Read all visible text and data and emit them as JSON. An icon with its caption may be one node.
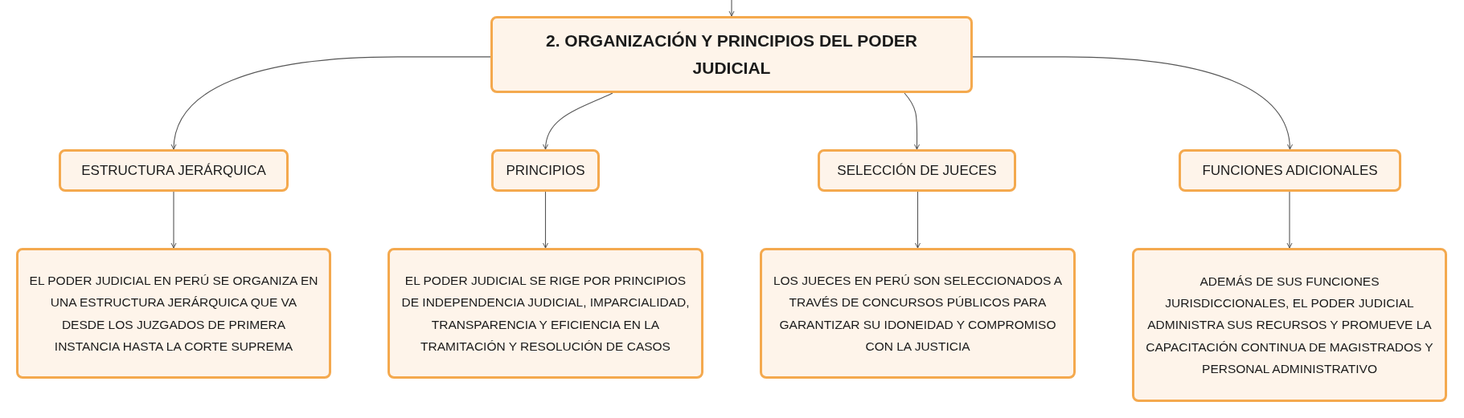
{
  "diagram": {
    "nodes": [
      {
        "text": [
          "2. ORGANIZACIÓN Y PRINCIPIOS DEL PODER JUDICIAL"
        ]
      },
      {
        "text": [
          "ESTRUCTURA JERÁRQUICA"
        ]
      },
      {
        "text": [
          "PRINCIPIOS"
        ]
      },
      {
        "text": [
          "SELECCIÓN DE JUECES"
        ]
      },
      {
        "text": [
          "FUNCIONES ADICIONALES"
        ]
      },
      {
        "text": [
          "EL PODER JUDICIAL EN PERÚ SE ORGANIZA EN UNA ESTRUCTURA JERÁRQUICA QUE VA DESDE LOS JUZGADOS DE PRIMERA INSTANCIA HASTA LA CORTE SUPREMA"
        ]
      },
      {
        "text": [
          "EL PODER JUDICIAL SE RIGE POR PRINCIPIOS DE INDEPENDENCIA JUDICIAL, IMPARCIALIDAD, TRANSPARENCIA Y EFICIENCIA EN LA TRAMITACIÓN Y RESOLUCIÓN DE CASOS"
        ]
      },
      {
        "text": [
          "LOS JUECES EN PERÚ SON SELECCIONADOS A TRAVÉS DE CONCURSOS PÚBLICOS PARA GARANTIZAR SU IDONEIDAD Y COMPROMISO CON LA JUSTICIA"
        ]
      },
      {
        "text": [
          "ADEMÁS DE SUS FUNCIONES JURISDICCIONALES, EL PODER JUDICIAL ADMINISTRA SUS RECURSOS Y PROMUEVE LA CAPACITACIÓN CONTINUA DE MAGISTRADOS Y PERSONAL ADMINISTRATIVO"
        ]
      }
    ],
    "edges": [
      {
        "from": null,
        "to": 0,
        "arrow": "to"
      },
      {
        "from": 0,
        "to": 1,
        "arrow": "to"
      },
      {
        "from": 0,
        "to": 2,
        "arrow": "to"
      },
      {
        "from": 0,
        "to": 3,
        "arrow": "to"
      },
      {
        "from": 0,
        "to": 4,
        "arrow": "to"
      },
      {
        "from": 1,
        "to": 5,
        "arrow": "to"
      },
      {
        "from": 2,
        "to": 6,
        "arrow": "to"
      },
      {
        "from": 3,
        "to": 7,
        "arrow": "to"
      },
      {
        "from": 4,
        "to": 8,
        "arrow": "to"
      }
    ]
  }
}
